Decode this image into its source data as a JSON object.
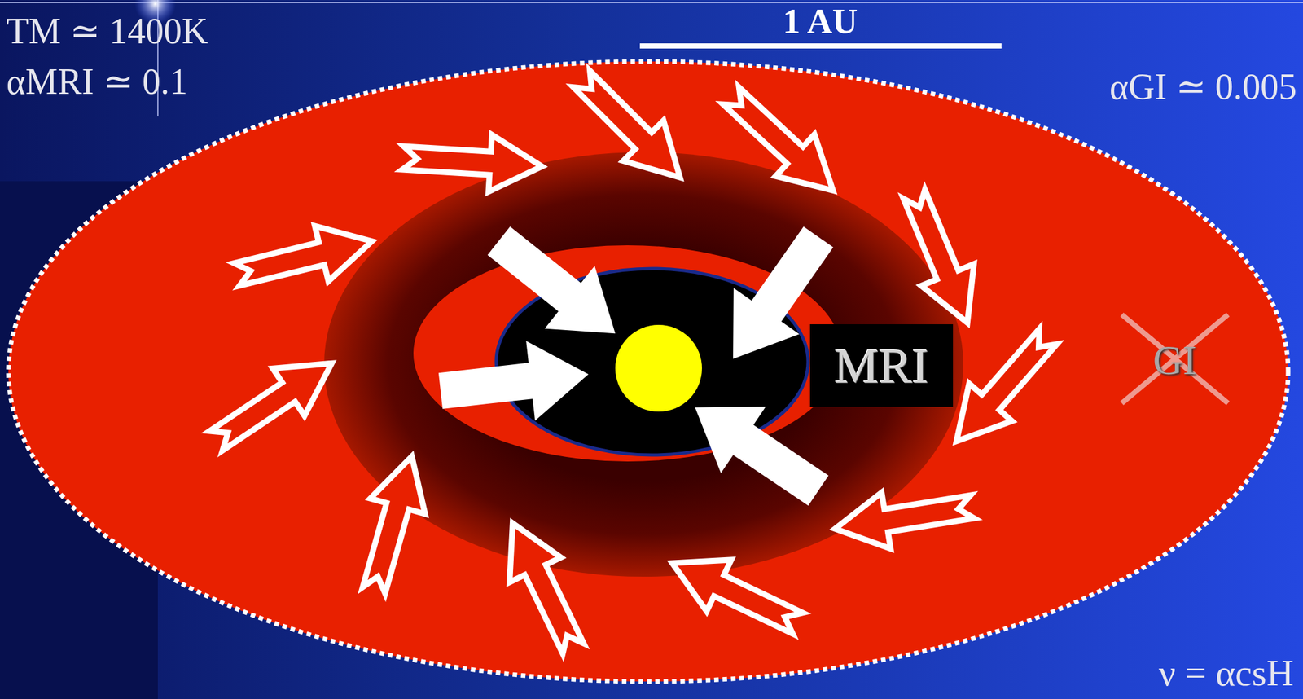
{
  "diagram": {
    "nodes": [
      {
        "text": [
          "MRI"
        ]
      }
    ],
    "labels": [
      "TM ≃ 1400K",
      "αMRI ≃ 0.1",
      "1 AU",
      "αGI ≃ 0.005",
      "GI",
      "ν = αcsH"
    ]
  }
}
